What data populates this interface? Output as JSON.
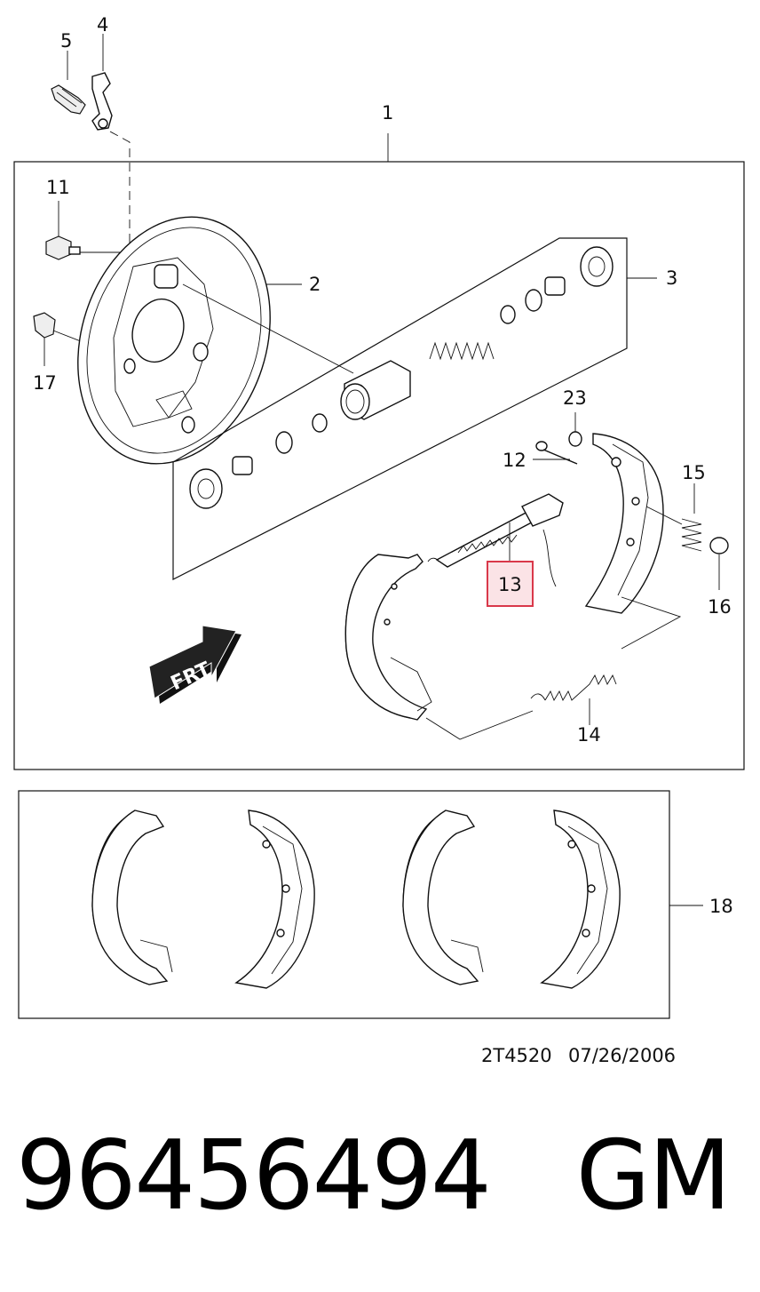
{
  "title": "",
  "callouts": {
    "c1": "1",
    "c2": "2",
    "c3": "3",
    "c4": "4",
    "c5": "5",
    "c11": "11",
    "c12": "12",
    "c13": "13",
    "c14": "14",
    "c15": "15",
    "c16": "16",
    "c17": "17",
    "c18": "18",
    "c23": "23"
  },
  "arrow_label": "FRT",
  "footer": {
    "code": "2T4520",
    "date": "07/26/2006"
  },
  "part_number": "96456494",
  "brand": "GM",
  "colors": {
    "highlight_fill": "#fbe3e6",
    "highlight_border": "#d9384a",
    "line": "#111111"
  }
}
